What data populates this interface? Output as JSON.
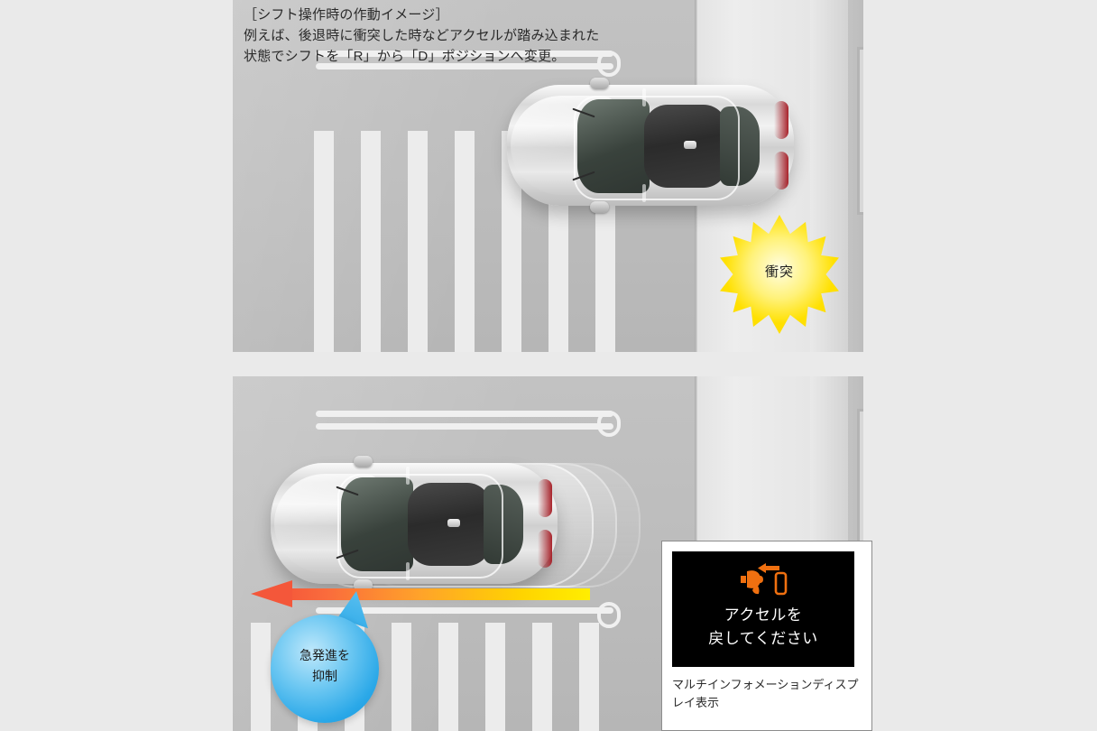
{
  "page": {
    "background_color": "#eaeaea",
    "panel_count": 2
  },
  "panel_top": {
    "name": "shift-operation-collision-scene",
    "caption_text": "［シフト操作時の作動イメージ］\n例えば、後退時に衝突した時などアクセルが踏み込まれた\n状態でシフトを「R」から「D」ポジションへ変更。",
    "burst": {
      "label": "衝突",
      "fill_color": "#ffe000",
      "center_color": "#fffde3"
    },
    "vehicle": {
      "name": "silver-sedan-top-view",
      "orientation": "rear-toward-wall"
    }
  },
  "panel_bottom": {
    "name": "acceleration-suppression-scene",
    "arrow": {
      "name": "speed-gradient-arrow",
      "direction": "left",
      "color_start": "#ffee00",
      "color_end": "#f4573a"
    },
    "bubble": {
      "label_line1": "急発進を",
      "label_line2": "抑制",
      "color": "#2aa8e8"
    },
    "vehicle": {
      "name": "silver-sedan-top-view",
      "ghost_positions": 3
    }
  },
  "mid_card": {
    "name": "multi-information-display-card",
    "screen": {
      "background_color": "#000000",
      "icon_name": "accelerator-release-foot-icon",
      "icon_color": "#f07010",
      "message_line1": "アクセルを",
      "message_line2": "戻してください",
      "text_color": "#ffffff"
    },
    "caption": "マルチインフォメーションディスプレイ表示"
  }
}
